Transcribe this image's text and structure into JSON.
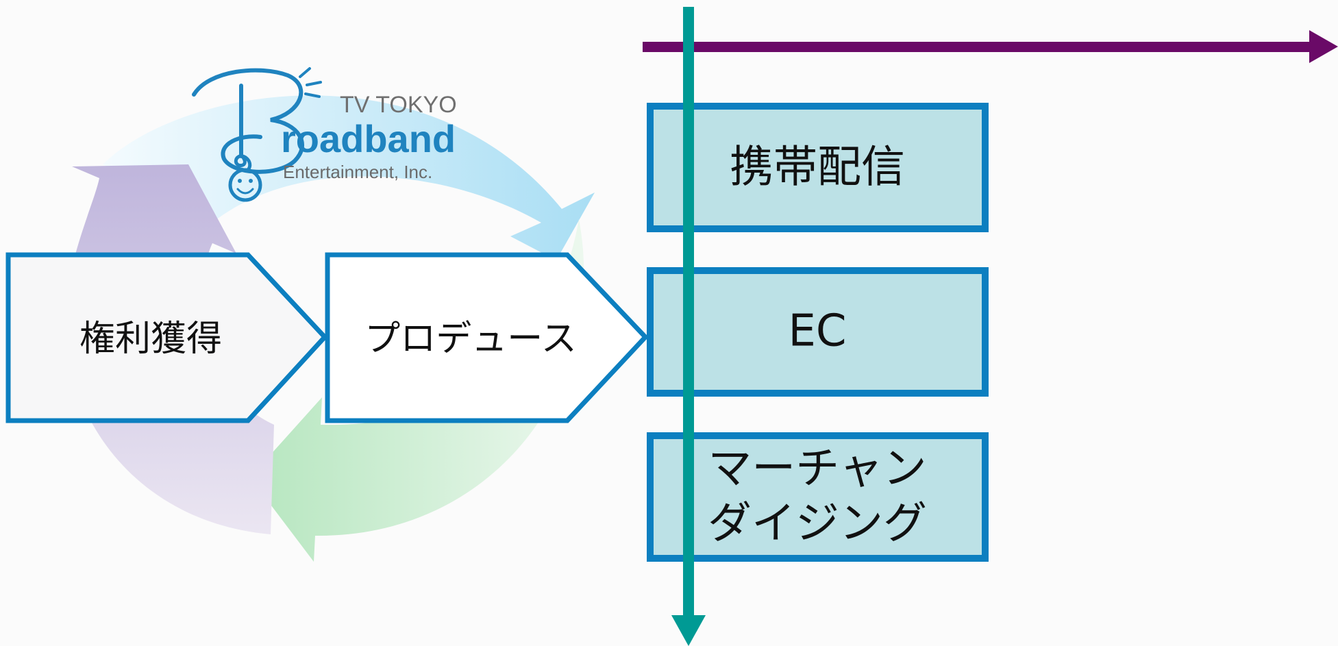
{
  "logo": {
    "line1": "TV TOKYO",
    "line2": "roadband",
    "line3": "Entertainment, Inc."
  },
  "cycle_steps": [
    {
      "label": "権利獲得"
    },
    {
      "label": "プロデュース"
    }
  ],
  "outputs": [
    {
      "lines": [
        "携帯配信"
      ]
    },
    {
      "lines": [
        "EC"
      ]
    },
    {
      "lines": [
        "マーチャン",
        "ダイジング"
      ]
    }
  ],
  "colors": {
    "purple_arrow": "#6a0a67",
    "teal_arrow": "#009a94",
    "box_border": "#0c7fc0",
    "box_fill": "#bce1e6",
    "chevron_fill_1": "#f7f7f8",
    "chevron_fill_2": "#ffffff"
  }
}
